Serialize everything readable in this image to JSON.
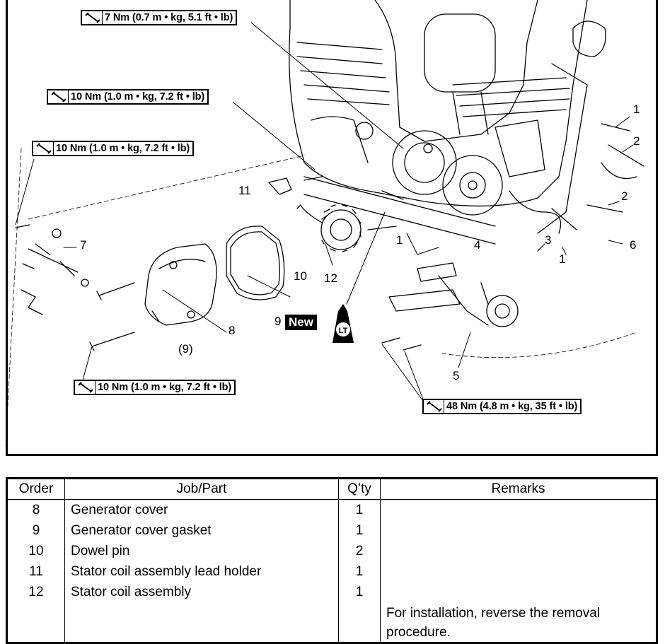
{
  "torque_specs": [
    {
      "id": "t1",
      "text": "7 Nm (0.7 m • kg, 5.1 ft • lb)"
    },
    {
      "id": "t2",
      "text": "10 Nm (1.0 m • kg, 7.2 ft • lb)"
    },
    {
      "id": "t3",
      "text": "10 Nm (1.0 m • kg, 7.2 ft • lb)"
    },
    {
      "id": "t4",
      "text": "10 Nm (1.0 m • kg, 7.2 ft • lb)"
    },
    {
      "id": "t5",
      "text": "48 Nm (4.8 m • kg, 35 ft • lb)"
    }
  ],
  "callouts": {
    "c1a": "1",
    "c1b": "1",
    "c1c": "1",
    "c2a": "2",
    "c2b": "2",
    "c3": "3",
    "c4": "4",
    "c5": "5",
    "c6": "6",
    "c7": "7",
    "c8": "8",
    "c9": "9",
    "c9p": "(9)",
    "c10": "10",
    "c11": "11",
    "c12": "12"
  },
  "new_badge": "New",
  "lt_label": "LT",
  "table": {
    "headers": {
      "order": "Order",
      "part": "Job/Part",
      "qty": "Q’ty",
      "remarks": "Remarks"
    },
    "rows": [
      {
        "order": "8",
        "part": "Generator cover",
        "qty": "1",
        "remarks": ""
      },
      {
        "order": "9",
        "part": "Generator cover gasket",
        "qty": "1",
        "remarks": ""
      },
      {
        "order": "10",
        "part": "Dowel pin",
        "qty": "2",
        "remarks": ""
      },
      {
        "order": "11",
        "part": "Stator coil assembly lead holder",
        "qty": "1",
        "remarks": ""
      },
      {
        "order": "12",
        "part": "Stator coil assembly",
        "qty": "1",
        "remarks": ""
      }
    ],
    "final_remark": "For installation, reverse the removal procedure."
  }
}
